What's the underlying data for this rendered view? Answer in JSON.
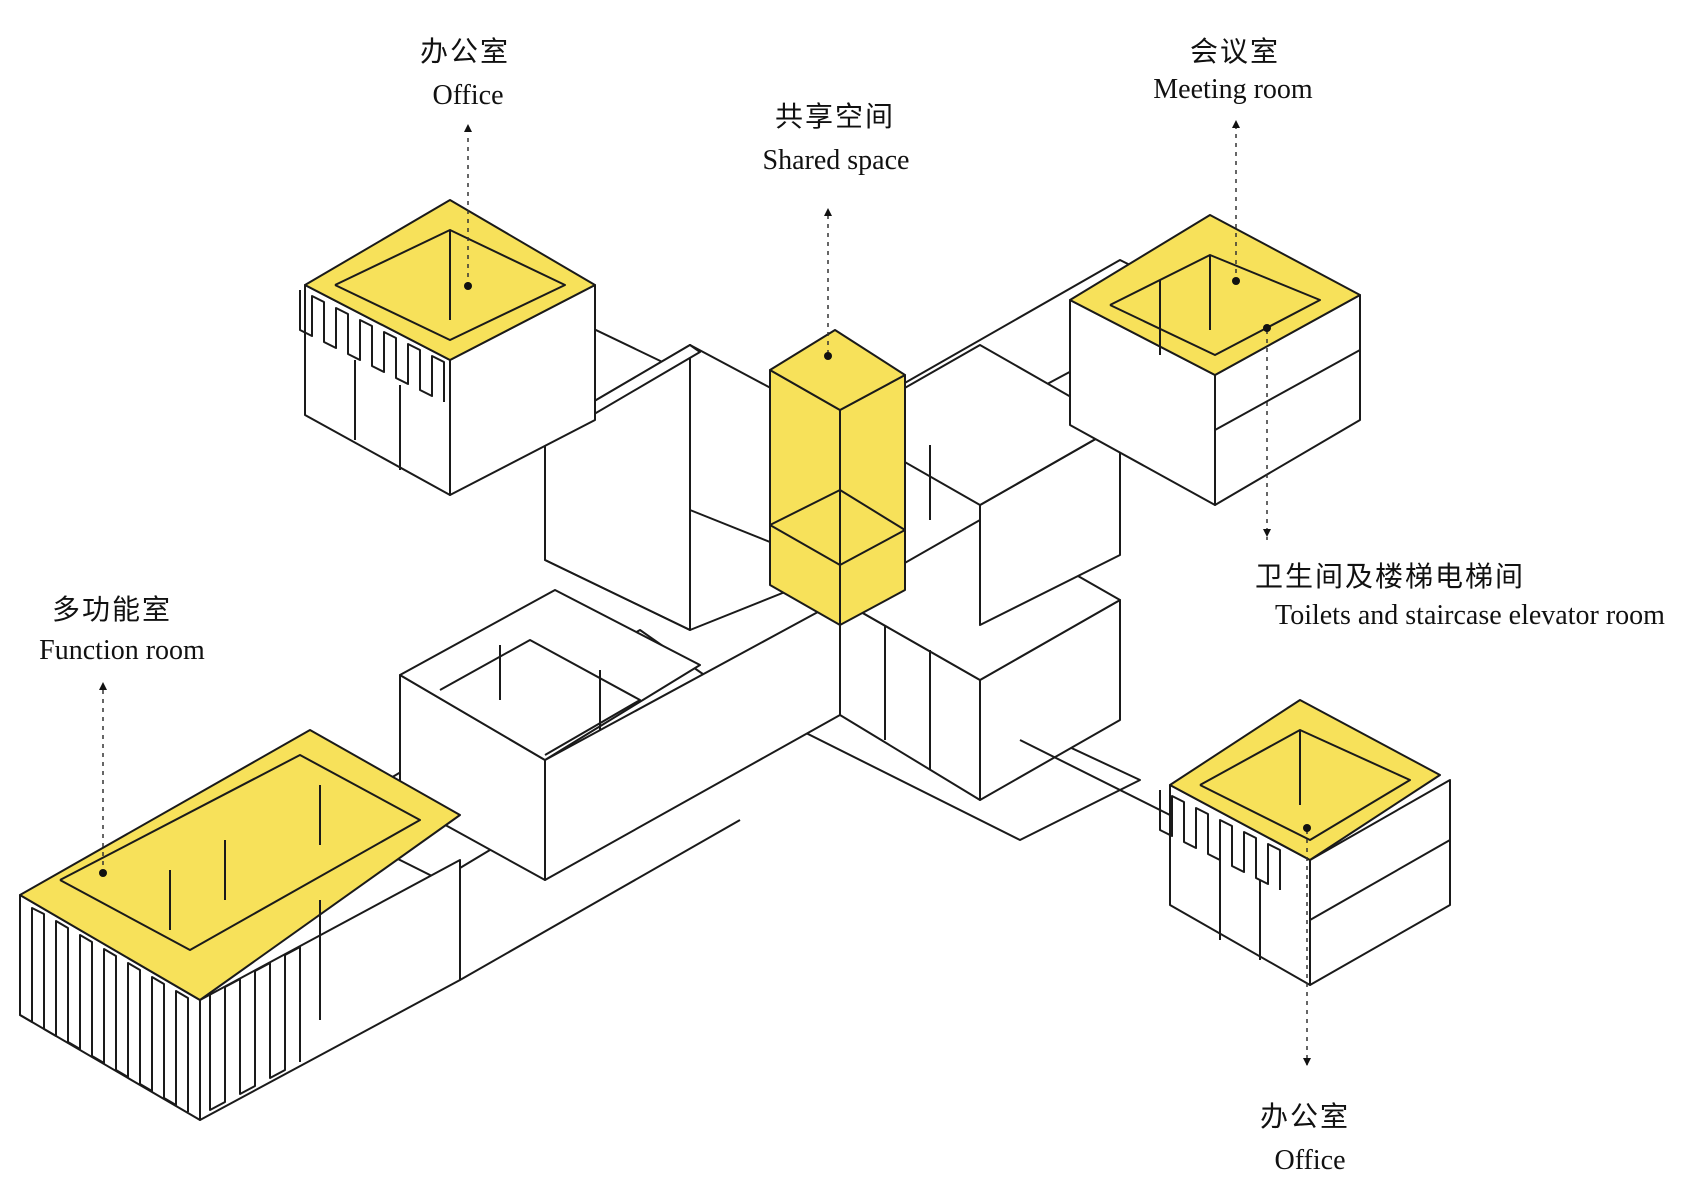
{
  "labels": {
    "office_top": {
      "zh": "办公室",
      "en": "Office"
    },
    "shared": {
      "zh": "共享空间",
      "en": "Shared space"
    },
    "meeting": {
      "zh": "会议室",
      "en": "Meeting room"
    },
    "toilets": {
      "zh": "卫生间及楼梯电梯间",
      "en": "Toilets and staircase elevator room"
    },
    "function": {
      "zh": "多功能室",
      "en": "Function room"
    },
    "office_bottom": {
      "zh": "办公室",
      "en": "Office"
    }
  },
  "colors": {
    "highlight": "#f7e15a",
    "line": "#1a1a1a",
    "fill": "#ffffff"
  }
}
